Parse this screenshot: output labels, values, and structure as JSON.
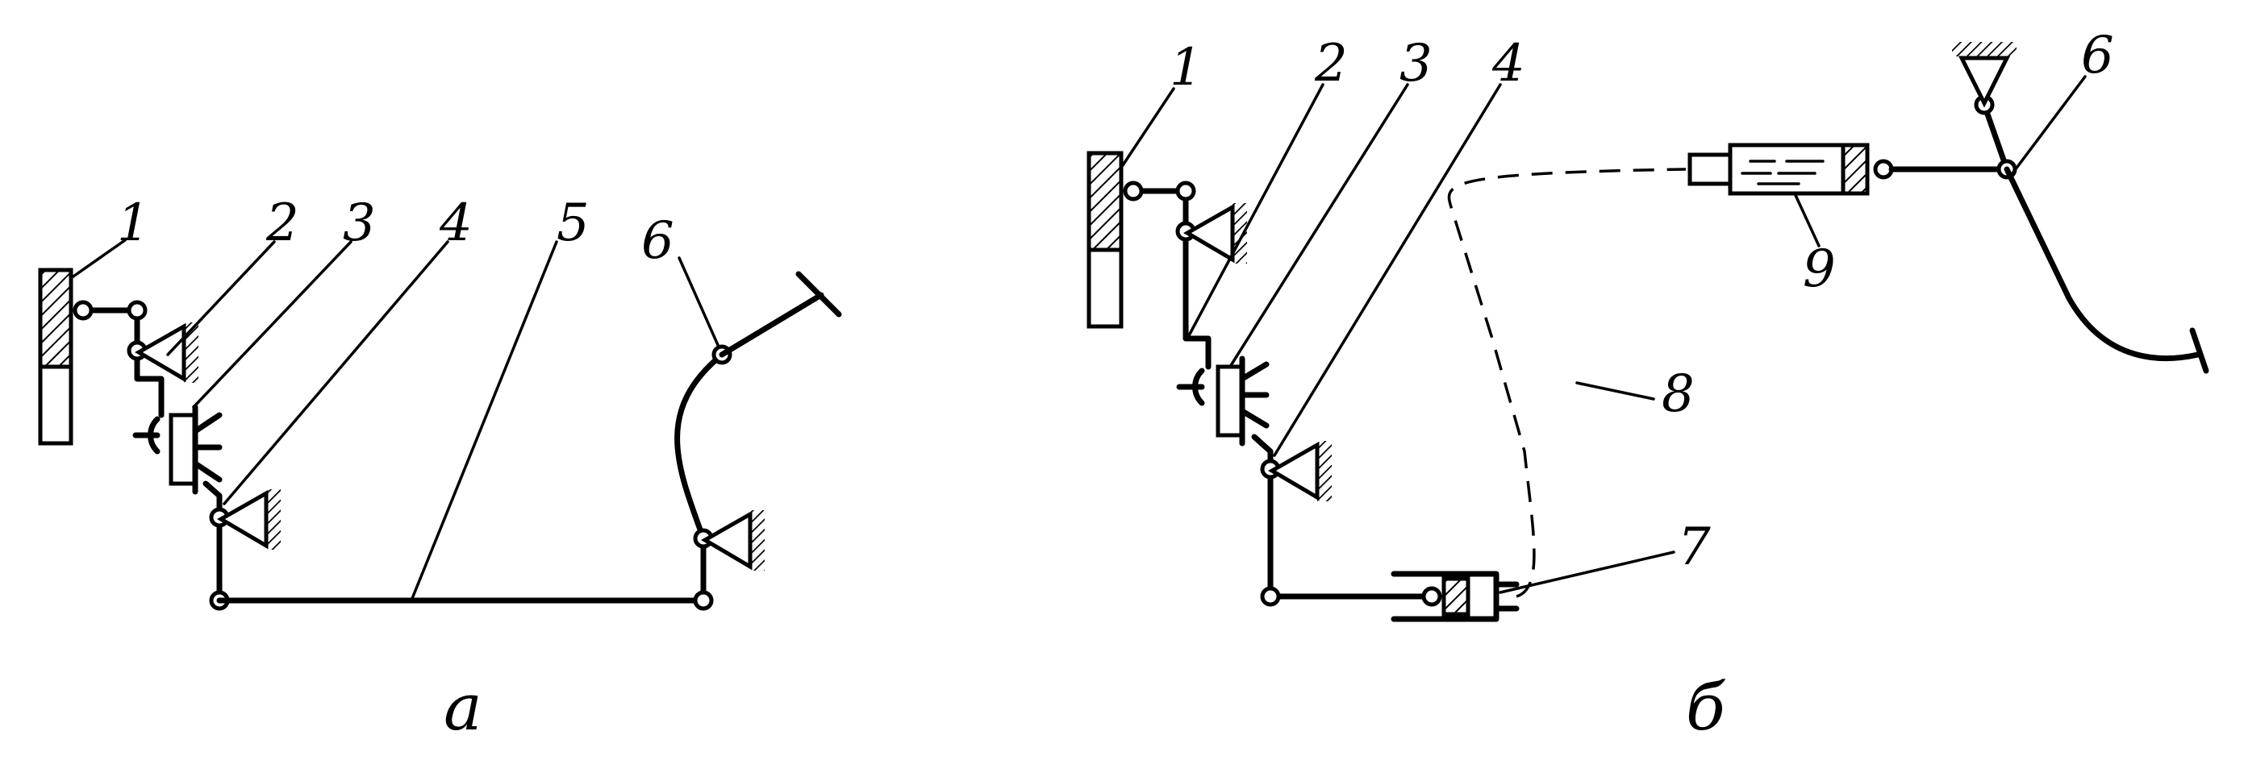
{
  "diagram_a": {
    "caption": "а",
    "labels": [
      "1",
      "2",
      "3",
      "4",
      "5",
      "6"
    ]
  },
  "diagram_b": {
    "caption": "б",
    "labels": [
      "1",
      "2",
      "3",
      "4",
      "6",
      "7",
      "8",
      "9"
    ]
  }
}
